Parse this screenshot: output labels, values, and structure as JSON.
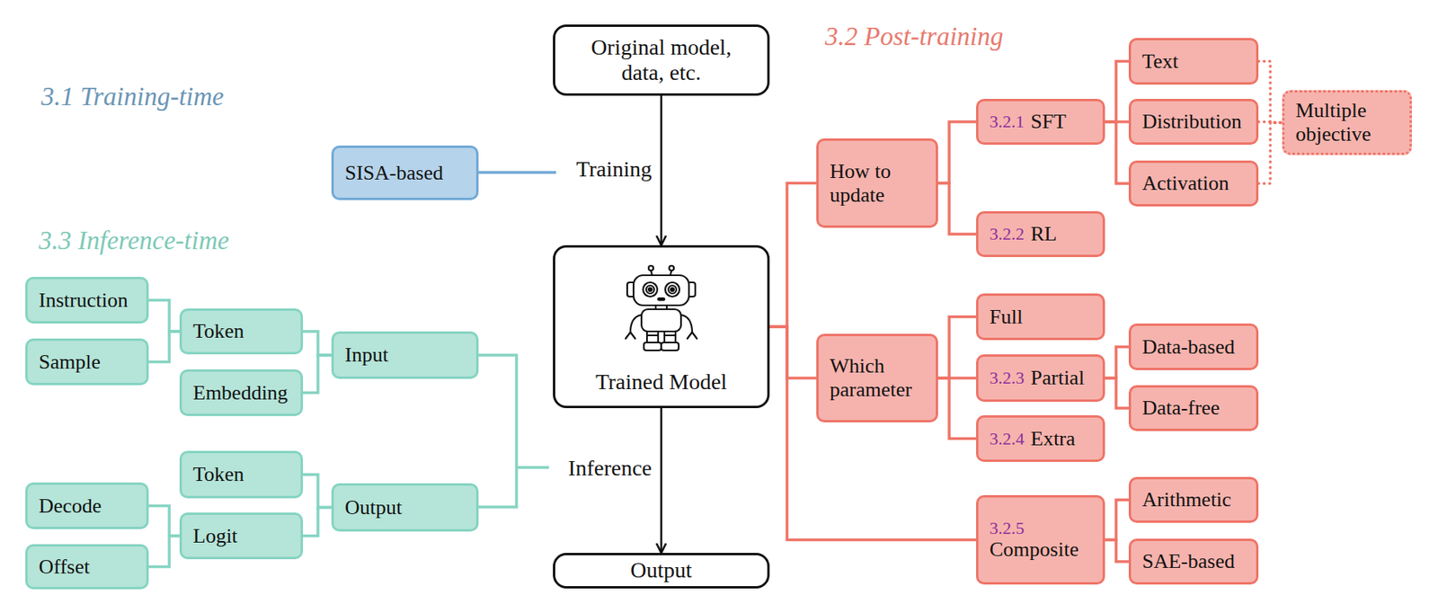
{
  "diagram": {
    "nodes": [
      {
        "text": [
          "Original model, data, etc."
        ]
      },
      {
        "text": [
          "SISA-based"
        ]
      },
      {
        "text": [
          "Trained Model"
        ]
      },
      {
        "text": [
          "Output"
        ]
      },
      {
        "text": [
          "How to update"
        ]
      },
      {
        "text": [
          "3.2.1",
          "SFT"
        ]
      },
      {
        "text": [
          "Text"
        ]
      },
      {
        "text": [
          "Distribution"
        ]
      },
      {
        "text": [
          "Activation"
        ]
      },
      {
        "text": [
          "Multiple objective"
        ]
      },
      {
        "text": [
          "3.2.2",
          "RL"
        ]
      },
      {
        "text": [
          "Which parameter"
        ]
      },
      {
        "text": [
          "Full"
        ]
      },
      {
        "text": [
          "3.2.3",
          "Partial"
        ]
      },
      {
        "text": [
          "Data-based"
        ]
      },
      {
        "text": [
          "Data-free"
        ]
      },
      {
        "text": [
          "3.2.4",
          "Extra"
        ]
      },
      {
        "text": [
          "3.2.5",
          "Composite"
        ]
      },
      {
        "text": [
          "Arithmetic"
        ]
      },
      {
        "text": [
          "SAE-based"
        ]
      },
      {
        "text": [
          "Input"
        ]
      },
      {
        "text": [
          "Token"
        ]
      },
      {
        "text": [
          "Instruction"
        ]
      },
      {
        "text": [
          "Sample"
        ]
      },
      {
        "text": [
          "Embedding"
        ]
      },
      {
        "text": [
          "Output"
        ]
      },
      {
        "text": [
          "Token"
        ]
      },
      {
        "text": [
          "Logit"
        ]
      },
      {
        "text": [
          "Decode"
        ]
      },
      {
        "text": [
          "Offset"
        ]
      }
    ],
    "edges": [
      {
        "from": 0,
        "to": 2,
        "label": "Training",
        "arrow": "to"
      },
      {
        "from": 2,
        "to": 3,
        "label": "Inference",
        "arrow": "to"
      },
      {
        "from": 2,
        "to": 4,
        "arrow": "none"
      },
      {
        "from": 2,
        "to": 11,
        "arrow": "none"
      },
      {
        "from": 2,
        "to": 17,
        "arrow": "none"
      },
      {
        "from": 4,
        "to": 5,
        "arrow": "none"
      },
      {
        "from": 4,
        "to": 10,
        "arrow": "none"
      },
      {
        "from": 5,
        "to": 6,
        "arrow": "none"
      },
      {
        "from": 5,
        "to": 7,
        "arrow": "none"
      },
      {
        "from": 5,
        "to": 8,
        "arrow": "none"
      },
      {
        "from": 6,
        "to": 9,
        "arrow": "none"
      },
      {
        "from": 7,
        "to": 9,
        "arrow": "none"
      },
      {
        "from": 8,
        "to": 9,
        "arrow": "none"
      },
      {
        "from": 11,
        "to": 12,
        "arrow": "none"
      },
      {
        "from": 11,
        "to": 13,
        "arrow": "none"
      },
      {
        "from": 11,
        "to": 16,
        "arrow": "none"
      },
      {
        "from": 13,
        "to": 14,
        "arrow": "none"
      },
      {
        "from": 13,
        "to": 15,
        "arrow": "none"
      },
      {
        "from": 17,
        "to": 18,
        "arrow": "none"
      },
      {
        "from": 17,
        "to": 19,
        "arrow": "none"
      },
      {
        "from": 20,
        "to": 21,
        "arrow": "none"
      },
      {
        "from": 20,
        "to": 24,
        "arrow": "none"
      },
      {
        "from": 21,
        "to": 22,
        "arrow": "none"
      },
      {
        "from": 21,
        "to": 23,
        "arrow": "none"
      },
      {
        "from": 25,
        "to": 26,
        "arrow": "none"
      },
      {
        "from": 25,
        "to": 27,
        "arrow": "none"
      },
      {
        "from": 27,
        "to": 28,
        "arrow": "none"
      },
      {
        "from": 27,
        "to": 29,
        "arrow": "none"
      }
    ],
    "labels": [
      "3.1 Training-time",
      "3.3 Inference-time",
      "3.2 Post-training"
    ]
  }
}
